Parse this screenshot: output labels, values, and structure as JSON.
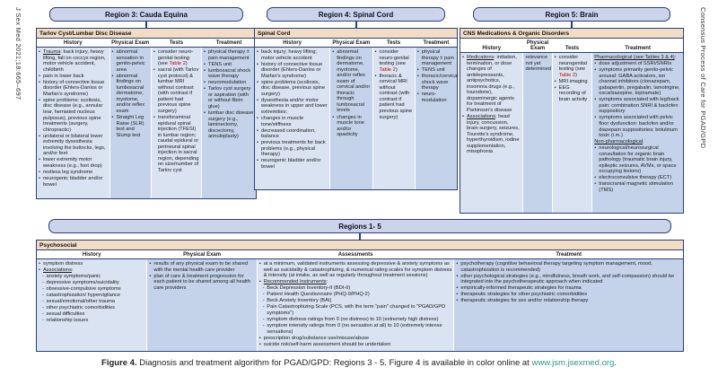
{
  "side": {
    "left": "J Sex Med 2021;18:665–697",
    "right": "Consensus Process of Care for PGAD/GPD"
  },
  "colors": {
    "pill_fill": "#ccd4ec",
    "border_navy": "#2b3f7e",
    "box_title_tan": "#f3ddc2",
    "col_light": "#d9e3f1",
    "col_dark": "#c4d3e9",
    "table_ref_red": "#c00000",
    "link_teal": "#2e9688"
  },
  "caption": {
    "label": "Figure 4.",
    "text": " Diagnosis and treatment algorithm for PGAD/GPD: Regions 3 - 5. Figure 4 is available in color online at ",
    "link": "www.jsm.jsexmed.org",
    "suffix": "."
  },
  "regions": [
    {
      "pill": "Region 3:  Cauda Equina",
      "box_title": "Tarlov Cyst/Lumbar Disc Disease",
      "columns": [
        {
          "header": "History",
          "items": [
            {
              "seg": [
                {
                  "t": "Trauma",
                  "s": "u"
                },
                {
                  "t": ":  back injury, heavy lifting, fall on coccyx region, motor vehicle accident, childbirth"
                }
              ]
            },
            {
              "t": "pain in lower back"
            },
            {
              "t": "history of connective tissue disorder (Ehlers-Danlos or Marfan's syndrome)"
            },
            {
              "t": "spine problems: scoliosis, disc disease (e.g., annular tear, herniated nucleus pulposus), previous spine treatments (surgery, chiropractic)"
            },
            {
              "t": "unilateral or bilateral lower extremity dysesthesia involving the buttocks, legs, and/or feet"
            },
            {
              "t": "lower extremity motor weakness (e.g., foot drop)"
            },
            {
              "t": "restless leg syndrome"
            },
            {
              "t": "neurogenic bladder and/or bowel"
            }
          ]
        },
        {
          "header": "Physical Exam",
          "items": [
            {
              "t": "abnormal sensation in genito-pelvic area"
            },
            {
              "t": "abnormal findings on lumbosacral dermatome, myotome, and/or reflex exam"
            },
            {
              "t": "Straight Leg Raise (SLR) test and Slump test"
            }
          ]
        },
        {
          "header": "Tests",
          "items": [
            {
              "seg": [
                {
                  "t": "consider neuro-genital testing (see "
                },
                {
                  "t": "Table 2",
                  "s": "red"
                },
                {
                  "t": ")"
                }
              ]
            },
            {
              "t": "sacral (with Tarlov cyst protocol) & lumbar MRI without contrast (with contrast if patient had previous spine surgery)"
            },
            {
              "t": "transforaminal epidural spinal injection (TFESI) in lumbar region; caudal epidural or perineural spinal injection in sacral region, depending on size/number of Tarlov cyst"
            }
          ]
        },
        {
          "header": "Treatment",
          "items": [
            {
              "t": "physical therapy ± pain management"
            },
            {
              "t": "TENS unit"
            },
            {
              "t": "lumbosacral shock wave therapy"
            },
            {
              "t": "neuromodulation"
            },
            {
              "t": "Tarlov cyst surgery or aspiration (with or without fibrin glue)"
            },
            {
              "t": "lumbar disc disease surgery (e.g., laminectomy, discectomy, annuloplasty)"
            }
          ]
        }
      ]
    },
    {
      "pill": "Region 4:  Spinal Cord",
      "box_title": "Spinal Cord",
      "columns": [
        {
          "header": "History",
          "items": [
            {
              "t": "back injury; heavy lifting; motor vehicle accident"
            },
            {
              "t": "history of connective tissue disorder (Ehlers-Danlos or Marfan's syndrome)"
            },
            {
              "t": "spine problems (scoliosis, disc disease, previous spine surgery)"
            },
            {
              "t": "dysesthesia and/or motor weakness in upper and lower extremities;"
            },
            {
              "t": "changes in muscle tone/stiffness"
            },
            {
              "t": "decreased coordination, balance"
            },
            {
              "t": "previous treatments for back problems (e.g., physical therapy)"
            },
            {
              "t": "neurogenic bladder and/or bowel"
            }
          ]
        },
        {
          "header": "Physical Exam",
          "items": [
            {
              "t": "abnormal findings on dermatome, myotome, and/or reflex exam of cervical and/or thoracic through lumbosacral levels"
            },
            {
              "t": "changes in muscle tone and/or spasticity"
            }
          ]
        },
        {
          "header": "Tests",
          "items": [
            {
              "seg": [
                {
                  "t": "consider neuro-genital testing (see "
                },
                {
                  "t": "Table 2",
                  "s": "red"
                },
                {
                  "t": ")"
                }
              ]
            },
            {
              "t": "thoracic & cervical MRI without contrast (with contrast if patient had previous spine surgery)"
            }
          ]
        },
        {
          "header": "Treatment",
          "items": [
            {
              "t": "physical therapy ± pain management"
            },
            {
              "t": "TENS unit"
            },
            {
              "t": "thoracic/cervical shock wave therapy"
            },
            {
              "t": "neuro-modulation"
            }
          ]
        }
      ]
    },
    {
      "pill": "Region 5:  Brain",
      "box_title": "CNS Medications & Organic Disorders",
      "columns": [
        {
          "header": "History",
          "items": [
            {
              "seg": [
                {
                  "t": "Medications",
                  "s": "u"
                },
                {
                  "t": ": initiation, termination, or dose changes of antidepressants, antipsychotics, insomnia drugs (e.g., trazodone), dopaminergic agents for treatment of Parkinson's disease"
                }
              ]
            },
            {
              "seg": [
                {
                  "t": "Associations",
                  "s": "u"
                },
                {
                  "t": ": head injury, concussion, brain surgery, seizures, Tourette's syndrome, hyperthyroidism, iodine supplementation, misophonia"
                }
              ]
            }
          ]
        },
        {
          "header": "Physical Exam",
          "items": [
            {
              "t": "relevance not yet determined",
              "nomark": true
            }
          ]
        },
        {
          "header": "Tests",
          "items": [
            {
              "seg": [
                {
                  "t": "consider neurogenital testing (see "
                },
                {
                  "t": "Table 2",
                  "s": "red"
                },
                {
                  "t": ")"
                }
              ]
            },
            {
              "t": "MRI imaging"
            },
            {
              "t": "EEG recording of brain activity"
            }
          ]
        },
        {
          "header": "Treatment",
          "items": [
            {
              "nomark": true,
              "seg": [
                {
                  "t": "Pharmacological (see Tables 3 & 4)",
                  "s": "u"
                },
                {
                  "t": ":"
                }
              ]
            },
            {
              "t": "dose adjustment of SSRI/SNRIs"
            },
            {
              "t": "symptoms primarily genito-pelvic arousal: GABA activators, ion channel inhibitors (clonazepam, gabapentin, pregabalin, lamotrigine, oxcarbazepine, topiramate)"
            },
            {
              "t": "symptoms associated with leg/back pain: combination SNRI & baclofen suppository"
            },
            {
              "t": "symptoms associated with pelvic floor dysfunction: baclofen and/or diazepam suppositories; botulinum toxin (i.m.)"
            },
            {
              "nomark": true,
              "seg": [
                {
                  "t": "Non-pharmacological",
                  "s": "u"
                },
                {
                  "t": ":"
                }
              ]
            },
            {
              "t": "neurological/neurosurgical consultation for organic brain pathology (traumatic brain injury, epileptic seizures, AVMs, or space occupying lesions)"
            },
            {
              "t": "electroconvulsive therapy (ECT)"
            },
            {
              "t": "transcranial magnetic stimulation (TMS)"
            }
          ]
        }
      ]
    },
    {
      "pill": "Regions 1- 5",
      "box_title": "Psychosocial",
      "columns": [
        {
          "header": "History",
          "items": [
            {
              "t": "symptom distress"
            },
            {
              "seg": [
                {
                  "t": "Associations",
                  "s": "u"
                },
                {
                  "t": ":"
                }
              ]
            },
            {
              "t": "anxiety symptoms/panic",
              "sub": true
            },
            {
              "t": "depressive symptoms/suicidality",
              "sub": true
            },
            {
              "t": "obsessive-compulsive symptoms",
              "sub": true
            },
            {
              "t": "catastrophization/ hypervigilance",
              "sub": true
            },
            {
              "t": "sexual/emotional/other trauma",
              "sub": true
            },
            {
              "t": "other psychiatric comorbidities",
              "sub": true
            },
            {
              "t": "sexual difficulties",
              "sub": true
            },
            {
              "t": "relationship issues",
              "sub": true
            }
          ]
        },
        {
          "header": "Physical Exam",
          "items": [
            {
              "t": "results of any physical exam to be shared with the mental health care provider"
            },
            {
              "t": "plan of care & treatment progression for each patient to be shared among all health care providers"
            }
          ]
        },
        {
          "header": "Assessments",
          "items": [
            {
              "t": "at a minimum, validated instruments assessing depressive & anxiety symptoms as well as suicidality & catastrophizing, & numerical rating scales for symptom distress & intensity (at intake, as well as regularly throughout treatment sessions)"
            },
            {
              "seg": [
                {
                  "t": "Recommended Instruments",
                  "s": "u"
                },
                {
                  "t": ":"
                }
              ]
            },
            {
              "t": "Beck Depression Inventory-II (BDI-II)",
              "sub": true
            },
            {
              "t": "Patient Health Questionnaire (PHQ-9/PHQ-2)",
              "sub": true
            },
            {
              "t": "Beck Anxiety Inventory (BAI)",
              "sub": true
            },
            {
              "t": "Pain Catastrophizing Scale (PCS, with the term \"pain\" changed to \"PGAD/GPD symptoms\")",
              "sub": true
            },
            {
              "t": "symptom distress ratings from 0 (no distress) to 10 (extremely high distress)",
              "sub": true
            },
            {
              "t": "symptom intensity ratings from 0 (no sensation at all) to 10 (extremely intense sensations)",
              "sub": true
            },
            {
              "t": "prescription drug/substance use/misuse/abuse"
            },
            {
              "t": "suicide risk/self-harm assessment should be undertaken"
            }
          ]
        },
        {
          "header": "Treatment",
          "items": [
            {
              "t": "psychotherapy (cognitive behavioral therapy targeting symptom management, mood, catastrophization is recommended)"
            },
            {
              "t": "other psychological strategies (e.g., mindfulness, breath work, and self-compassion) should be integrated into the psychotherapeutic approach when indicated"
            },
            {
              "t": "empirically-informed therapeutic strategies for trauma"
            },
            {
              "t": "therapeutic strategies for other psychiatric comorbidities"
            },
            {
              "t": "therapeutic strategies for sex and/or relationship therapy"
            }
          ]
        }
      ]
    }
  ]
}
